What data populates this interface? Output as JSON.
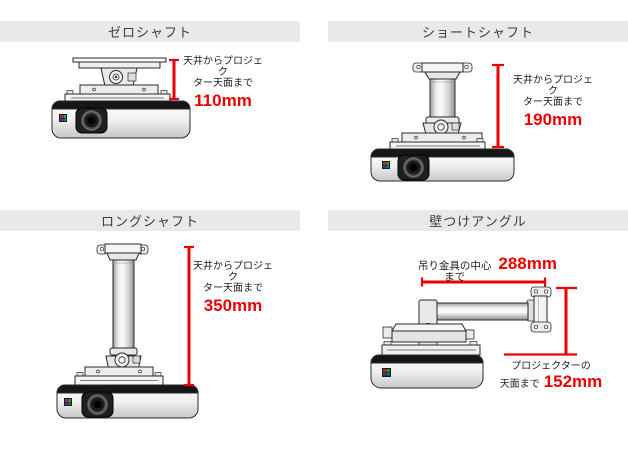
{
  "colors": {
    "accent_red": "#ee0000",
    "header_bg": "#e9e9e9",
    "outline": "#2a2a2a"
  },
  "panels": {
    "zero_shaft": {
      "title": "ゼロシャフト",
      "label_line1": "天井からプロジェク",
      "label_line2": "ター天面まで",
      "value": "110mm"
    },
    "short_shaft": {
      "title": "ショートシャフト",
      "label_line1": "天井からプロジェク",
      "label_line2": "ター天面まで",
      "value": "190mm"
    },
    "long_shaft": {
      "title": "ロングシャフト",
      "label_line1": "天井からプロジェク",
      "label_line2": "ター天面まで",
      "value": "350mm"
    },
    "wall_angle": {
      "title": "壁つけアングル",
      "width_label": "吊り金具の中心まで",
      "width_value": "288mm",
      "height_label_line1": "プロジェクターの",
      "height_label_line2": "天面まで",
      "height_value": "152mm"
    }
  }
}
